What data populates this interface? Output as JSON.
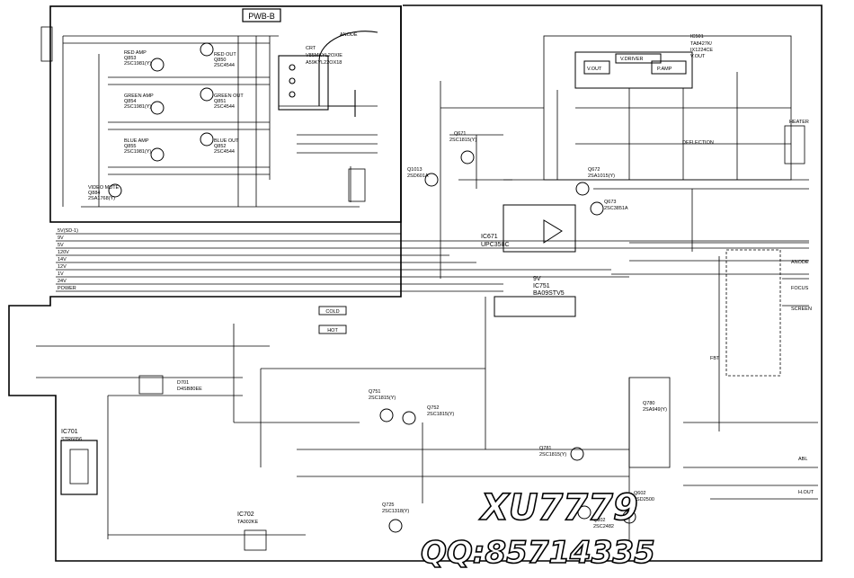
{
  "pwb": "PWB-B",
  "crt": {
    "l1": "CRT",
    "l2": "V85MKYL2OXIE",
    "l3": "A59KYL22OX18",
    "anode": "ANODE"
  },
  "amps": [
    {
      "name": "RED AMP",
      "q": "Q853",
      "part": "2SC1981(Y)",
      "out_name": "RED OUT",
      "out_q": "Q850",
      "out_part": "2SC4544"
    },
    {
      "name": "GREEN AMP",
      "q": "Q854",
      "part": "2SC1981(Y)",
      "out_name": "GREEN OUT",
      "out_q": "Q851",
      "out_part": "2SC4544"
    },
    {
      "name": "BLUE AMP",
      "q": "Q855",
      "part": "2SC1981(Y)",
      "out_name": "BLUE OUT",
      "out_q": "Q852",
      "out_part": "2SC4544"
    }
  ],
  "video_mute": {
    "name": "VIDEO MUTE",
    "q": "Q884",
    "part": "2SA1768(Y)"
  },
  "ic501": {
    "l1": "IC501",
    "l2": "TA8427K/",
    "l3": "IX1224CE",
    "l4": "V.OUT",
    "vout": "V.OUT",
    "vdriver": "V.DRIVER",
    "pamp": "P.AMP"
  },
  "deflection": "DEFLECTION",
  "ic671": {
    "l1": "IC671",
    "l2": "UPC358C"
  },
  "ic751": {
    "l1": "9V",
    "l2": "IC751",
    "l3": "BA09STV5"
  },
  "transistors": [
    {
      "q": "Q671",
      "part": "2SC1815(Y)"
    },
    {
      "q": "Q1013",
      "part": "2SD601A"
    },
    {
      "q": "Q672",
      "part": "2SA1015(Y)"
    },
    {
      "q": "Q673",
      "part": "2SC3851A"
    },
    {
      "q": "Q751",
      "part": "2SC1815(Y)"
    },
    {
      "q": "Q752",
      "part": "2SC1815(Y)"
    },
    {
      "q": "Q780",
      "part": "2SA949(Y)"
    },
    {
      "q": "Q781",
      "part": "2SC1815(Y)"
    },
    {
      "q": "Q725",
      "part": "2SC1318(Y)"
    },
    {
      "q": "Q802",
      "part": "2SC2482"
    },
    {
      "q": "Q602",
      "part": "2SD2500"
    }
  ],
  "bus": [
    "5V(SD-1)",
    "9V",
    "5V",
    "120V",
    "14V",
    "12V",
    "1V",
    "24V",
    "POWER"
  ],
  "d701": {
    "l1": "D701",
    "l2": "D4SB80EE"
  },
  "ic701": {
    "l1": "IC701",
    "l2": "STR6056"
  },
  "ic702": {
    "l1": "IC702",
    "l2": "TA002KE"
  },
  "cold": "COLD",
  "hot": "HOT",
  "connectors": {
    "heater": "HEATER",
    "focus": "FOCUS",
    "screen": "SCREEN",
    "anode": "ANODE",
    "abl": "ABL",
    "hout": "H.OUT",
    "fbt": "FBT"
  },
  "watermark": {
    "line1": "XU7779",
    "line2": "QQ:85714335"
  }
}
